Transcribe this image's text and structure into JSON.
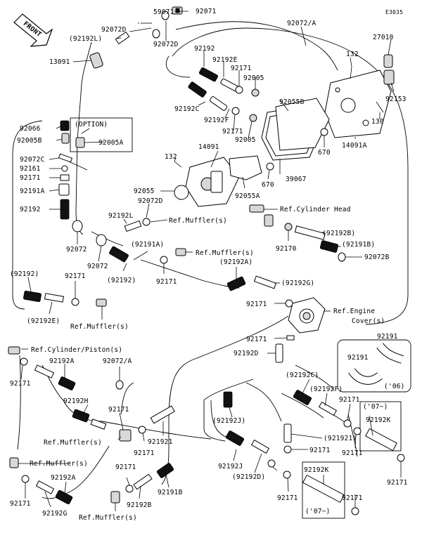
{
  "page_code": "E3035",
  "front_label": "FRONT",
  "labels": {
    "l_59071": "59071",
    "l_92071": "92071",
    "l_92072D_a": "92072D",
    "l_92192L_a": "(92192L)",
    "l_92072D_b": "92072D",
    "l_92072A_top": "92072/A",
    "l_27010": "27010",
    "l_13091": "13091",
    "l_92192_a": "92192",
    "l_92192E_a": "92192E",
    "l_92171_a": "92171",
    "l_92005_a": "92005",
    "l_132_a": "132",
    "l_92153": "92153",
    "l_92055B": "92055B",
    "l_92192C_a": "92192C",
    "l_92192F_a": "92192F",
    "l_92171_b": "92171",
    "l_92005_b": "92005",
    "l_130": "130",
    "l_14091A": "14091A",
    "l_670_a": "670",
    "l_option": "(OPTION)",
    "l_92066": "92066",
    "l_92005B": "92005B",
    "l_92005A": "92005A",
    "l_14091": "14091",
    "l_132_b": "132",
    "l_92072C": "92072C",
    "l_92161": "92161",
    "l_92171_c": "92171",
    "l_670_b": "670",
    "l_39067": "39067",
    "l_92191A_a": "92191A",
    "l_92055": "92055",
    "l_92055A": "92055A",
    "l_92072D_c": "92072D",
    "l_92192_b": "92192",
    "l_ref_cyl_head": "Ref.Cylinder Head",
    "l_92192L_b": "92192L",
    "l_ref_muffler_a": "Ref.Muffler(s)",
    "l_92192B_a": "(92192B)",
    "l_92072_a": "92072",
    "l_92191A_b": "(92191A)",
    "l_ref_muffler_b": "Ref.Muffler(s)",
    "l_92170": "92170",
    "l_92191B_a": "(92191B)",
    "l_92072B": "92072B",
    "l_92072_b": "92072",
    "l_92192_c": "(92192)",
    "l_92171_d": "92171",
    "l_92192_d": "(92192)",
    "l_92192A_a": "(92192A)",
    "l_92171_e": "92171",
    "l_92192G_a": "(92192G)",
    "l_92171_f": "92171",
    "l_ref_engine_cover": "Ref.Engine",
    "l_ref_engine_cover2": "Cover(s)",
    "l_92192E_b": "(92192E)",
    "l_ref_muffler_c": "Ref.Muffler(s)",
    "l_92171_g": "92171",
    "l_ref_cyl_piston": "Ref.Cylinder/Piston(s)",
    "l_92192D_a": "92192D",
    "l_92191_a": "92191",
    "l_92191_b": "92191",
    "l_06": "('06)",
    "l_92171_h": "92171",
    "l_92192A_b": "92192A",
    "l_92072A_mid": "92072/A",
    "l_92192C_b": "(92192C)",
    "l_92192F_b": "(92192F)",
    "l_92192H": "92192H",
    "l_92171_i": "92171",
    "l_07_a": "('07~)",
    "l_92192K_a": "92192K",
    "l_92171_j": "92171",
    "l_ref_muffler_d": "Ref.Muffler(s)",
    "l_92171_k": "92171",
    "l_92192I_a": "921921",
    "l_92192J_a": "(92192J)",
    "l_92192I_b": "(921921)",
    "l_92171_l": "92171",
    "l_92171_m": "92171",
    "l_ref_muffler_e": "Ref.Muffler(s)",
    "l_92192J_b": "92192J",
    "l_92192D_b": "(92192D)",
    "l_92171_n": "92171",
    "l_92191B_b": "92191B",
    "l_92192K_b": "92192K",
    "l_92171_o": "92171",
    "l_92192A_c": "92192A",
    "l_92171_p": "92171",
    "l_92171_q": "92171",
    "l_92192G_b": "92192G",
    "l_92192B_b": "92192B",
    "l_ref_muffler_f": "Ref.Muffler(s)",
    "l_92171_r": "92171",
    "l_07_b": "('07~)"
  }
}
